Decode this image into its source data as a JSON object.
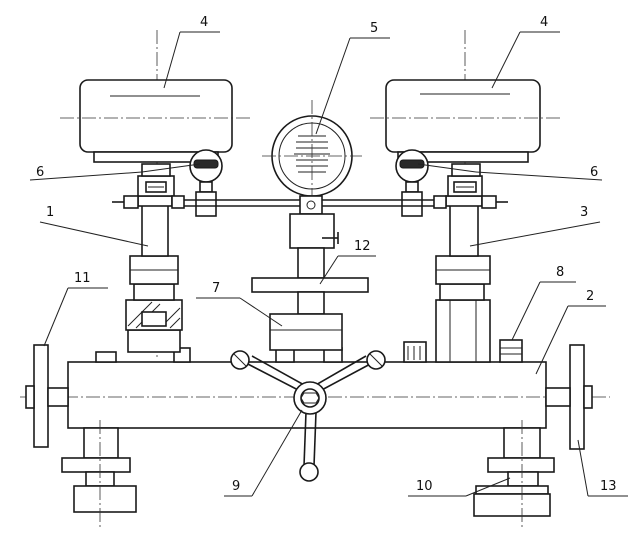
{
  "callouts": [
    {
      "id": "1",
      "text": "1"
    },
    {
      "id": "2",
      "text": "2"
    },
    {
      "id": "3",
      "text": "3"
    },
    {
      "id": "4a",
      "text": "4"
    },
    {
      "id": "4b",
      "text": "4"
    },
    {
      "id": "5",
      "text": "5"
    },
    {
      "id": "6a",
      "text": "6"
    },
    {
      "id": "6b",
      "text": "6"
    },
    {
      "id": "7",
      "text": "7"
    },
    {
      "id": "8",
      "text": "8"
    },
    {
      "id": "9",
      "text": "9"
    },
    {
      "id": "10",
      "text": "10"
    },
    {
      "id": "11",
      "text": "11"
    },
    {
      "id": "12",
      "text": "12"
    },
    {
      "id": "13",
      "text": "13"
    }
  ],
  "colors": {
    "ink": "#1a1a1a",
    "paper": "#ffffff"
  }
}
